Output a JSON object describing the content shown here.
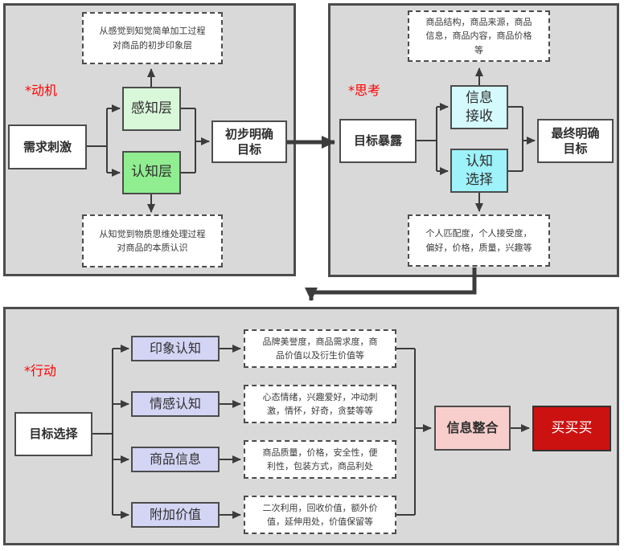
{
  "colors": {
    "panel_bg": "#d9d9d9",
    "border": "#4c4c4c",
    "wire": "#3c3c3c",
    "tag_red": "#ff0000",
    "perception_green_light": "#d9f7d9",
    "cognition_green": "#90ee90",
    "reception_cyan_light": "#d5fafd",
    "selection_cyan": "#9ef2fa",
    "branch_purple": "#d4d4f4",
    "integration_pink": "#f8cecc",
    "buy_red": "#cc1111"
  },
  "motivation": {
    "tag": "*动机",
    "top_note": [
      "从感觉到知觉简单加工过程",
      "对商品的初步印象层"
    ],
    "stimulus": "需求刺激",
    "perception": "感知层",
    "cognition": "认知层",
    "goal": [
      "初步明确",
      "目标"
    ],
    "bottom_note": [
      "从知觉到物质思维处理过程",
      "对商品的本质认识"
    ]
  },
  "thinking": {
    "tag": "*思考",
    "top_note": [
      "商品结构，商品来源，商品",
      "信息，商品内容，商品价格",
      "等"
    ],
    "exposure": "目标暴露",
    "reception": [
      "信息",
      "接收"
    ],
    "selection": [
      "认知",
      "选择"
    ],
    "goal": [
      "最终明确",
      "目标"
    ],
    "bottom_note": [
      "个人匹配度，个人接受度，",
      "偏好，价格，质量，兴趣等"
    ]
  },
  "action": {
    "tag": "*行动",
    "selection": "目标选择",
    "branches": [
      {
        "label": "印象认知",
        "note": [
          "品牌美誉度，商品需求度，商",
          "品价值以及衍生价值等"
        ]
      },
      {
        "label": "情感认知",
        "note": [
          "心态情绪，兴趣爱好，冲动刺",
          "激，情怀，好奇，贪婪等等"
        ]
      },
      {
        "label": "商品信息",
        "note": [
          "商品质量，价格，安全性，便",
          "利性，包装方式，商品利处"
        ]
      },
      {
        "label": "附加价值",
        "note": [
          "二次利用，回收价值，额外价",
          "值，延伸用处，价值保留等"
        ]
      }
    ],
    "integration": "信息整合",
    "buy": "买买买"
  }
}
